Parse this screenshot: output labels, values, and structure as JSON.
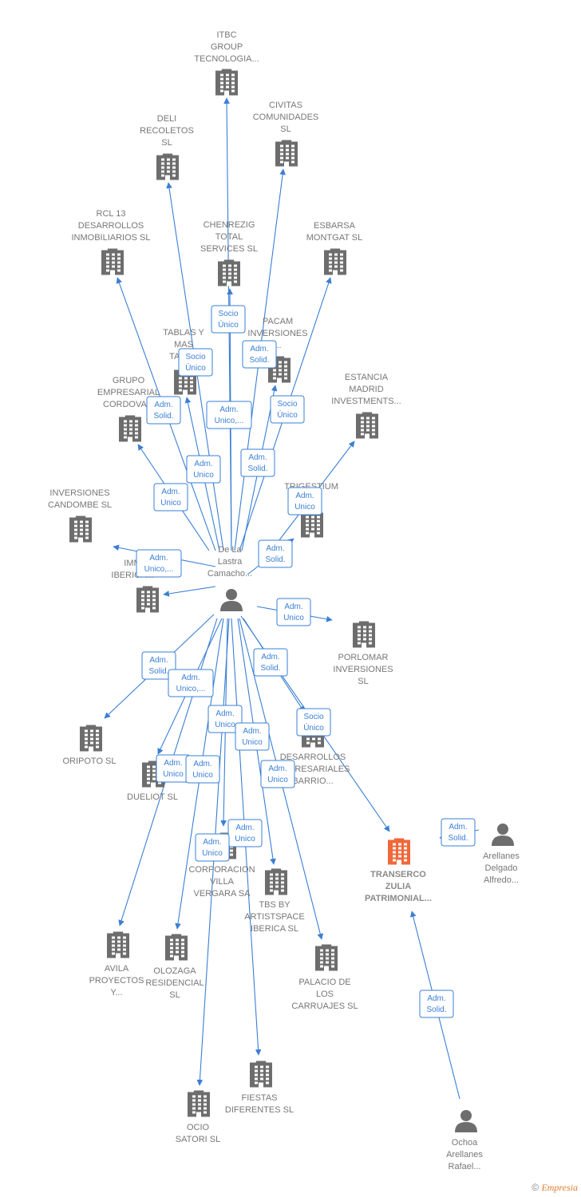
{
  "colors": {
    "edge": "#3a7fd5",
    "node": "#6d6d6d",
    "highlight": "#f0673a",
    "label": "#777777"
  },
  "center_person": {
    "id": "center",
    "lines": [
      "De La",
      "Lastra",
      "Camacho..."
    ]
  },
  "nodes": [
    {
      "id": "itbc",
      "type": "company",
      "lines": [
        "ITBC",
        "GROUP",
        "TECNOLOGIA..."
      ]
    },
    {
      "id": "civitas",
      "type": "company",
      "lines": [
        "CIVITAS",
        "COMUNIDADES",
        "SL"
      ]
    },
    {
      "id": "deli",
      "type": "company",
      "lines": [
        "DELI",
        "RECOLETOS",
        "SL"
      ]
    },
    {
      "id": "rcl",
      "type": "company",
      "lines": [
        "RCL 13",
        "DESARROLLOS",
        "INMOBILIARIOS SL"
      ]
    },
    {
      "id": "chenrezig",
      "type": "company",
      "lines": [
        "CHENREZIG",
        "TOTAL",
        "SERVICES  SL"
      ]
    },
    {
      "id": "esbarsa",
      "type": "company",
      "lines": [
        "ESBARSA",
        "MONTGAT  SL"
      ]
    },
    {
      "id": "tablas",
      "type": "company",
      "lines": [
        "TABLAS Y",
        "MAS",
        "TABL..."
      ]
    },
    {
      "id": "pacam",
      "type": "company",
      "lines": [
        "PACAM",
        "INVERSIONES",
        "..."
      ]
    },
    {
      "id": "grupo",
      "type": "company",
      "lines": [
        "GRUPO",
        "EMPRESARIAL",
        "CORDOVA..."
      ]
    },
    {
      "id": "estancia",
      "type": "company",
      "lines": [
        "ESTANCIA",
        "MADRID",
        "INVESTMENTS..."
      ]
    },
    {
      "id": "trigestium",
      "type": "company",
      "lines": [
        "TRIGESTIUM"
      ]
    },
    {
      "id": "candombe",
      "type": "company",
      "lines": [
        "INVERSIONES",
        "CANDOMBE  SL"
      ]
    },
    {
      "id": "imm",
      "type": "company",
      "lines": [
        "IMM",
        "IBERICA..."
      ]
    },
    {
      "id": "porlomar",
      "type": "company",
      "lines": [
        "PORLOMAR",
        "INVERSIONES",
        "SL"
      ]
    },
    {
      "id": "oripoto",
      "type": "company",
      "lines": [
        "ORIPOTO  SL"
      ]
    },
    {
      "id": "dueliot",
      "type": "company",
      "lines": [
        "DUELIOT SL"
      ]
    },
    {
      "id": "desarrollos",
      "type": "company",
      "lines": [
        "DESARROLLOS",
        "EMPRESARIALES",
        "BARRIO..."
      ]
    },
    {
      "id": "corporacion",
      "type": "company",
      "lines": [
        "CORPORACION",
        "VILLA",
        "VERGARA SA"
      ]
    },
    {
      "id": "transerco",
      "type": "company",
      "highlight": true,
      "lines": [
        "TRANSERCO",
        "ZULIA",
        "PATRIMONIAL..."
      ]
    },
    {
      "id": "arellanes",
      "type": "person",
      "lines": [
        "Arellanes",
        "Delgado",
        "Alfredo..."
      ]
    },
    {
      "id": "tbs",
      "type": "company",
      "lines": [
        "TBS BY",
        "ARTISTSPACE",
        "IBERICA  SL"
      ]
    },
    {
      "id": "avila",
      "type": "company",
      "lines": [
        "AVILA",
        "PROYECTOS",
        "Y..."
      ]
    },
    {
      "id": "olozaga",
      "type": "company",
      "lines": [
        "OLOZAGA",
        "RESIDENCIAL",
        "SL"
      ]
    },
    {
      "id": "palacio",
      "type": "company",
      "lines": [
        "PALACIO DE",
        "LOS",
        "CARRUAJES SL"
      ]
    },
    {
      "id": "fiestas",
      "type": "company",
      "lines": [
        "FIESTAS",
        "DIFERENTES SL"
      ]
    },
    {
      "id": "ocio",
      "type": "company",
      "lines": [
        "OCIO",
        "SATORI SL"
      ]
    },
    {
      "id": "ochoa",
      "type": "person",
      "lines": [
        "Ochoa",
        "Arellanes",
        "Rafael..."
      ]
    }
  ],
  "edges": [
    {
      "from": "center",
      "to": "itbc",
      "lines": [
        "Socio",
        "Único"
      ]
    },
    {
      "from": "center",
      "to": "civitas",
      "lines": [
        "Socio",
        "Único"
      ]
    },
    {
      "from": "center",
      "to": "deli",
      "lines": [
        "Socio",
        "Único"
      ]
    },
    {
      "from": "center",
      "to": "rcl",
      "lines": [
        "Adm.",
        "Unico"
      ]
    },
    {
      "from": "center",
      "to": "chenrezig",
      "lines": [
        "Adm.",
        "Unico,..."
      ]
    },
    {
      "from": "center",
      "to": "esbarsa",
      "lines": [
        "Adm.",
        "Solid."
      ]
    },
    {
      "from": "center",
      "to": "tablas",
      "lines": [
        "Adm.",
        "Unico"
      ]
    },
    {
      "from": "center",
      "to": "pacam",
      "lines": [
        "Adm.",
        "Solid."
      ]
    },
    {
      "from": "center",
      "to": "grupo",
      "lines": [
        "Adm.",
        "Solid."
      ]
    },
    {
      "from": "center",
      "to": "estancia",
      "lines": [
        "Adm.",
        "Unico"
      ]
    },
    {
      "from": "center",
      "to": "trigestium",
      "lines": [
        "Adm.",
        "Solid."
      ]
    },
    {
      "from": "center",
      "to": "candombe",
      "lines": [
        "Adm.",
        "Unico"
      ]
    },
    {
      "from": "center",
      "to": "imm",
      "lines": [
        "Adm.",
        "Unico,..."
      ]
    },
    {
      "from": "center",
      "to": "porlomar",
      "lines": [
        "Adm.",
        "Unico"
      ]
    },
    {
      "from": "center",
      "to": "oripoto",
      "lines": [
        "Adm.",
        "Solid."
      ]
    },
    {
      "from": "center",
      "to": "dueliot",
      "lines": [
        "Adm.",
        "Unico,..."
      ]
    },
    {
      "from": "center",
      "to": "desarrollos",
      "lines": [
        "Adm.",
        "Solid."
      ]
    },
    {
      "from": "center",
      "to": "transerco",
      "lines": [
        "Socio",
        "Único"
      ]
    },
    {
      "from": "center",
      "to": "corporacion",
      "lines": [
        "Adm.",
        "Unico"
      ]
    },
    {
      "from": "center",
      "to": "tbs",
      "lines": [
        "Adm.",
        "Unico"
      ]
    },
    {
      "from": "center",
      "to": "avila",
      "lines": [
        "Adm.",
        "Unico"
      ]
    },
    {
      "from": "center",
      "to": "olozaga",
      "lines": [
        "Adm.",
        "Unico"
      ]
    },
    {
      "from": "center",
      "to": "palacio",
      "lines": [
        "Adm.",
        "Unico"
      ]
    },
    {
      "from": "center",
      "to": "fiestas",
      "lines": [
        "Adm.",
        "Unico"
      ]
    },
    {
      "from": "center",
      "to": "ocio",
      "lines": [
        "Adm.",
        "Unico"
      ]
    },
    {
      "from": "arellanes",
      "to": "transerco",
      "lines": [
        "Adm.",
        "Solid."
      ]
    },
    {
      "from": "ochoa",
      "to": "transerco",
      "lines": [
        "Adm.",
        "Solid."
      ]
    }
  ],
  "footer": {
    "copyright": "©",
    "brand": "Empresia"
  }
}
